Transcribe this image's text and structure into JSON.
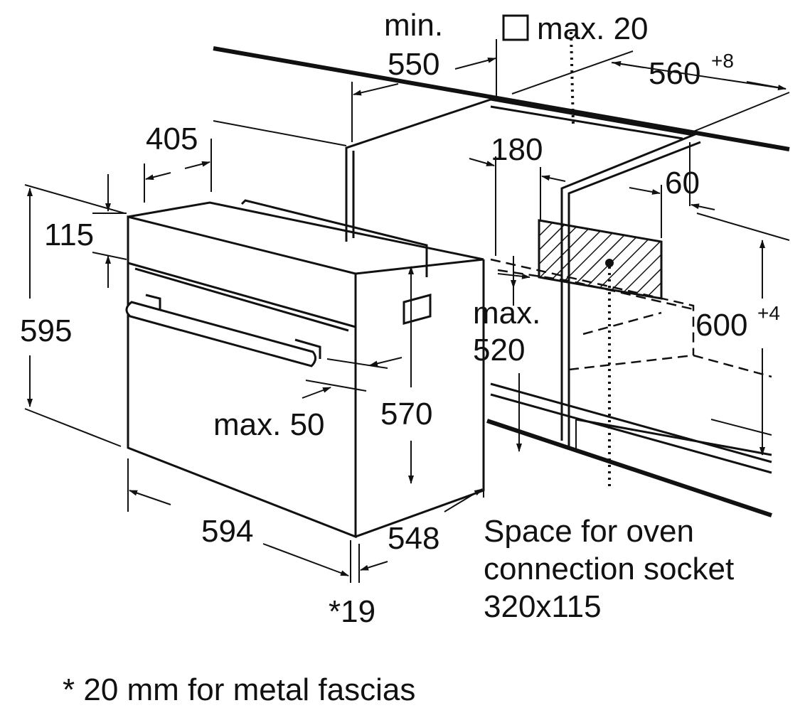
{
  "labels": {
    "min": "min.",
    "d550": "550",
    "max20_prefix": "max. 20",
    "d560": "560",
    "d560_tol": "+8",
    "d405": "405",
    "d180": "180",
    "d60": "60",
    "d115": "115",
    "d595": "595",
    "max": "max.",
    "d520": "520",
    "d600": "600",
    "d600_tol": "+4",
    "max50": "max. 50",
    "d570": "570",
    "d594": "594",
    "d548": "548",
    "socket_line1": "Space for oven",
    "socket_line2": "connection socket",
    "socket_line3": "320x115",
    "d19": "*19",
    "footnote": "* 20 mm for metal fascias"
  }
}
